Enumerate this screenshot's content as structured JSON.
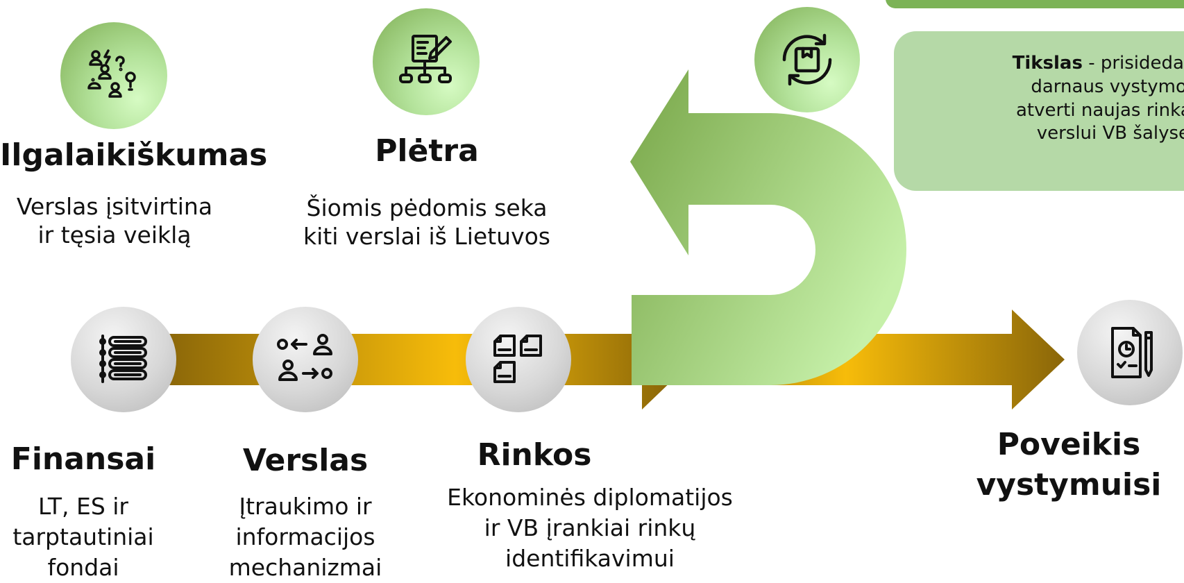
{
  "top": {
    "ilgalaikiskumas": {
      "title": "Ilgalaikiškumas",
      "desc": [
        "Verslas įsitvirtina",
        "ir tęsia veiklą"
      ],
      "icon": "people-question-icon"
    },
    "pletra": {
      "title": "Plėtra",
      "desc": [
        "Šiomis pėdomis seka",
        "kiti verslai iš Lietuvos"
      ],
      "icon": "document-network-icon"
    }
  },
  "bottom": {
    "finansai": {
      "title": "Finansai",
      "desc": [
        "LT, ES ir",
        "tarptautiniai",
        "fondai"
      ],
      "icon": "list-tree-icon"
    },
    "verslas": {
      "title": "Verslas",
      "desc": [
        "Įtraukimo ir",
        "informacijos",
        "mechanizmai"
      ],
      "icon": "user-exchange-icon"
    },
    "rinkos": {
      "title": "Rinkos",
      "desc": [
        "Ekonominės diplomatijos",
        "ir VB įrankiai rinkų",
        "identifikavimui"
      ],
      "icon": "documents-icon"
    },
    "poveikis": {
      "title_lines": [
        "Poveikis",
        "vystymuisi"
      ],
      "icon": "report-clock-icon"
    }
  },
  "cycle_icon": "box-cycle-icon",
  "goal": {
    "bold": "Tikslas",
    "rest": " - prisidedant p",
    "lines": [
      "darnaus vystymosi",
      "atverti naujas rinkas s",
      "verslui VB šalyse."
    ]
  },
  "colors": {
    "gold_dark": "#8a6609",
    "gold_light": "#f7bc0a",
    "green_dark": "#78a648",
    "green_light": "#c6f0a9",
    "goal_box": "#b5d9a7",
    "top_bar": "#7cb356"
  }
}
